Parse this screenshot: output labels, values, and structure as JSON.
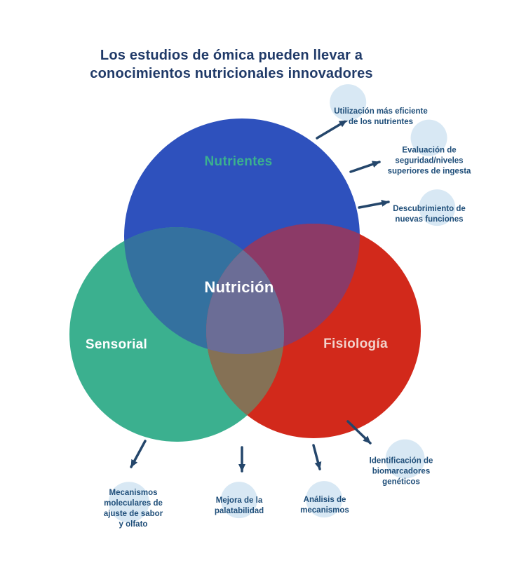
{
  "title": {
    "text": "Los estudios de ómica pueden llevar a\nconocimientos nutricionales innovadores",
    "color": "#203A68"
  },
  "venn": {
    "center_label": "Nutrición",
    "circles": [
      {
        "label": "Nutrientes",
        "color": "#2E51BD",
        "label_color": "#3BB08F"
      },
      {
        "label": "Sensorial",
        "color": "#3BB08F",
        "label_color": "#FFFFFF"
      },
      {
        "label": "Fisiología",
        "color": "#D2291B",
        "label_color": "#F2D3CC"
      }
    ],
    "overlaps": {
      "nutrientes_sensorial": "#34719F",
      "nutrientes_fisiologia": "#8C3A67",
      "sensorial_fisiologia": "#857155",
      "center": "#6B6D96"
    }
  },
  "callouts": [
    {
      "text": "Utilización más eficiente\nde los nutrientes"
    },
    {
      "text": "Evaluación de\nseguridad/niveles\nsuperiores de ingesta"
    },
    {
      "text": "Descubrimiento de\nnuevas funciones"
    },
    {
      "text": "Identificación de\nbiomarcadores\ngenéticos"
    },
    {
      "text": "Análisis de\nmecanismos"
    },
    {
      "text": "Mejora de la\npalatabilidad"
    },
    {
      "text": "Mecanismos\nmoleculares de\najuste de sabor\ny olfato"
    }
  ],
  "colors": {
    "arrow": "#24466B",
    "callout_circle": "#D8E8F4",
    "callout_text": "#1F4E79",
    "background": "#FFFFFF"
  }
}
